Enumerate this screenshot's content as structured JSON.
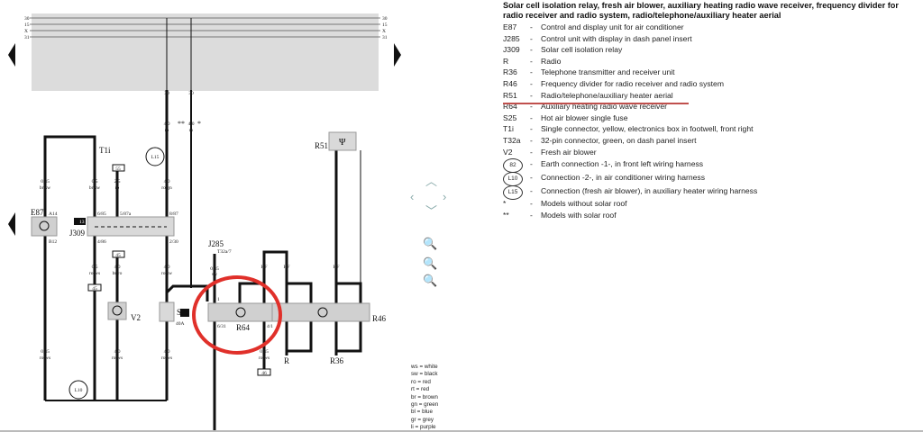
{
  "legend": {
    "title": "Solar cell isolation relay, fresh air blower, auxiliary heating radio wave receiver, frequency divider for radio receiver and radio system, radio/telephone/auxiliary heater aerial",
    "items": [
      {
        "code": "E87",
        "desc": "Control and display unit for air conditioner"
      },
      {
        "code": "J285",
        "desc": "Control unit with display in dash panel insert"
      },
      {
        "code": "J309",
        "desc": "Solar cell isolation relay"
      },
      {
        "code": "R",
        "desc": "Radio"
      },
      {
        "code": "R36",
        "desc": "Telephone transmitter and receiver unit"
      },
      {
        "code": "R46",
        "desc": "Frequency divider for radio receiver and radio system"
      },
      {
        "code": "R51",
        "desc": "Radio/telephone/auxiliary heater aerial"
      },
      {
        "code": "R64",
        "desc": "Auxiliary heating radio wave receiver"
      },
      {
        "code": "S25",
        "desc": "Hot air blower single fuse"
      },
      {
        "code": "T1i",
        "desc": "Single connector, yellow, electronics box in footwell, front right"
      },
      {
        "code": "T32a",
        "desc": "32-pin connector, green, on dash panel insert"
      },
      {
        "code": "V2",
        "desc": "Fresh air blower"
      },
      {
        "code": "82",
        "desc": "Earth connection -1-, in front left wiring harness"
      },
      {
        "code": "L10",
        "desc": "Connection -2-, in air conditioner wiring harness"
      },
      {
        "code": "L15",
        "desc": "Connection (fresh air blower), in auxiliary heater wiring harness"
      },
      {
        "code": "*",
        "desc": "Models without solar roof"
      },
      {
        "code": "**",
        "desc": "Models with solar roof"
      }
    ],
    "dash": "-"
  },
  "colors_key": [
    "ws = white",
    "sw = black",
    "ro = red",
    "rt = red",
    "br = brown",
    "gn = green",
    "bl = blue",
    "gr = grey",
    "li = purple"
  ],
  "diagram": {
    "rails": [
      "30",
      "15",
      "X",
      "31"
    ],
    "labels": {
      "top30a": "30",
      "top30b": "30",
      "w1": "4,0",
      "w1c": "ro",
      "w2": "4,0",
      "w2c": "ro",
      "star1": "**",
      "star2": "*",
      "t1i": "T1i",
      "l15": "L15",
      "e87": "E87",
      "e87pa": "A14",
      "e87pb": "B12",
      "w3": "0,35",
      "w3c": "br/sw",
      "w4": "0,5",
      "w4c": "br/sw",
      "w5": "2,5",
      "w5c": "ro",
      "box55": "55",
      "w6": "4,0",
      "w6c": "ro/gn",
      "j309": "J309",
      "relay13": "13",
      "p685": "6/85",
      "p587a": "5/87a",
      "p887": "8/87",
      "p486": "4/86",
      "p230": "2/30",
      "w7": "0,5",
      "w7c": "ro/ws",
      "box45a": "45",
      "box45b": "45",
      "w8": "4,0",
      "w8c": "br/ro",
      "w9": "4,0",
      "w9c": "ro/sw",
      "v2": "V2",
      "s25": "S25",
      "s25a": "40A",
      "w10": "0,35",
      "w10c": "ro/ws",
      "w11": "4,0",
      "w11c": "ro/ws",
      "w12": "4,0",
      "w12c": "ro/ws",
      "l10": "L10",
      "j285": "J285",
      "t32a7": "T32a/7",
      "w13": "0,35",
      "w13c": "sw",
      "hf1": "HF",
      "hf2": "HF",
      "hf3": "HF",
      "r64": "R64",
      "r64p1": "1",
      "r64p631": "6/31",
      "r64p41": "4/1",
      "r46": "R46",
      "r51": "R51",
      "r": "R",
      "r36": "R36",
      "w14": "0,35",
      "w14c": "ro/ws",
      "box46": "46"
    }
  },
  "accent": {
    "highlight": "#e0302a",
    "panel": "#d9d9d9"
  }
}
